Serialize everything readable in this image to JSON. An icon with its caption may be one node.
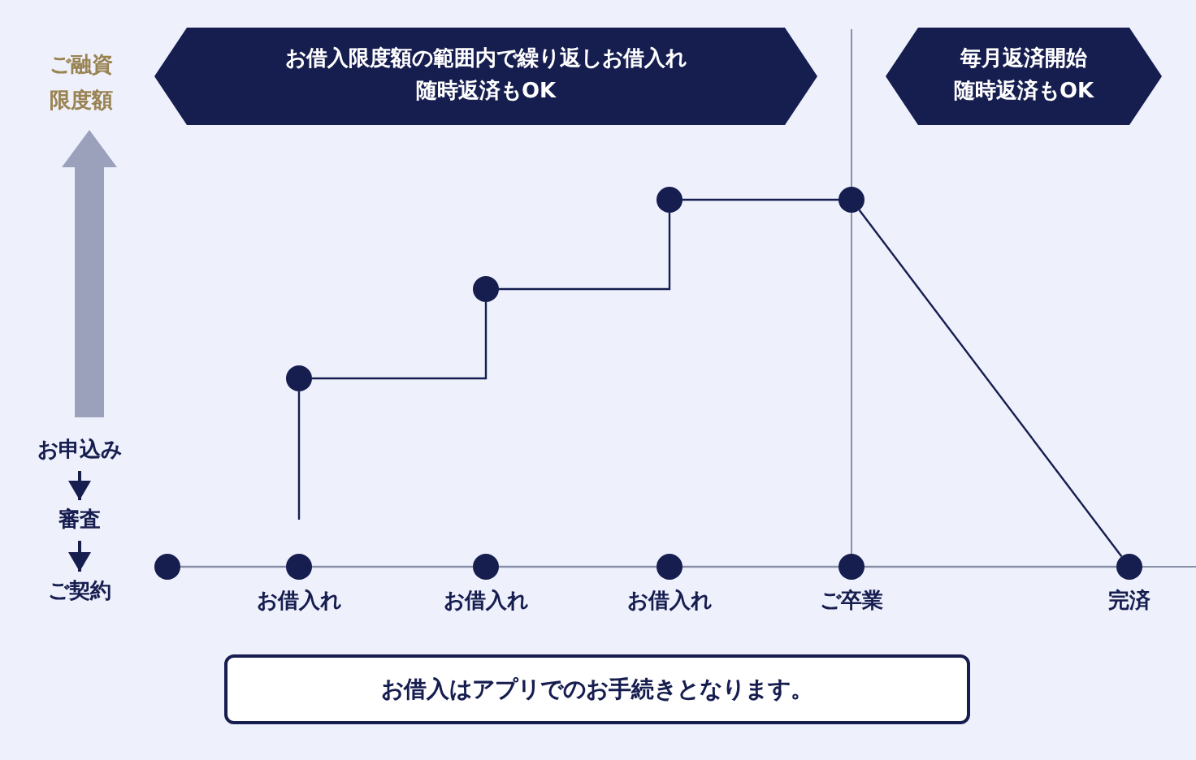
{
  "diagram": {
    "nodes": [
      {
        "text": [
          "お借入限度額の範囲内で繰り返しお借入れ",
          "随時返済もOK"
        ]
      },
      {
        "text": [
          "毎月返済開始",
          "随時返済もOK"
        ]
      },
      {
        "text": [
          "お申込み"
        ]
      },
      {
        "text": [
          "審査"
        ]
      },
      {
        "text": [
          "ご契約"
        ]
      },
      {
        "text": [],
        "shape": "circle"
      },
      {
        "text": [],
        "shape": "circle"
      },
      {
        "text": [],
        "shape": "circle"
      },
      {
        "text": [],
        "shape": "circle"
      },
      {
        "text": [],
        "shape": "circle"
      },
      {
        "text": [],
        "shape": "circle",
        "beside": [
          "お借入れ"
        ]
      },
      {
        "text": [],
        "shape": "circle",
        "beside": [
          "お借入れ"
        ]
      },
      {
        "text": [],
        "shape": "circle",
        "beside": [
          "お借入れ"
        ]
      },
      {
        "text": [],
        "shape": "circle",
        "beside": [
          "ご卒業"
        ]
      },
      {
        "text": [],
        "shape": "circle",
        "beside": [
          "完済"
        ]
      },
      {
        "text": [
          "お借入はアプリでのお手続きとなります。"
        ]
      }
    ],
    "edges": [
      {
        "from": null,
        "to": 5,
        "arrow": "none"
      },
      {
        "from": 5,
        "to": 6,
        "arrow": "none"
      },
      {
        "from": 6,
        "to": 7,
        "arrow": "none"
      },
      {
        "from": 7,
        "to": 8,
        "arrow": "none"
      },
      {
        "from": 8,
        "to": 14,
        "arrow": "none"
      },
      {
        "from": 9,
        "to": 10,
        "arrow": "none",
        "color": "#8a8fa8"
      },
      {
        "from": 10,
        "to": 11,
        "arrow": "none",
        "color": "#8a8fa8"
      },
      {
        "from": 11,
        "to": 12,
        "arrow": "none",
        "color": "#8a8fa8"
      },
      {
        "from": 12,
        "to": 13,
        "arrow": "none",
        "color": "#8a8fa8"
      },
      {
        "from": 13,
        "to": 14,
        "arrow": "none",
        "color": "#8a8fa8"
      },
      {
        "from": 2,
        "to": 3,
        "arrow": "to"
      },
      {
        "from": 3,
        "to": 4,
        "arrow": "to"
      }
    ],
    "labels": [
      "ご融資限度額"
    ]
  }
}
